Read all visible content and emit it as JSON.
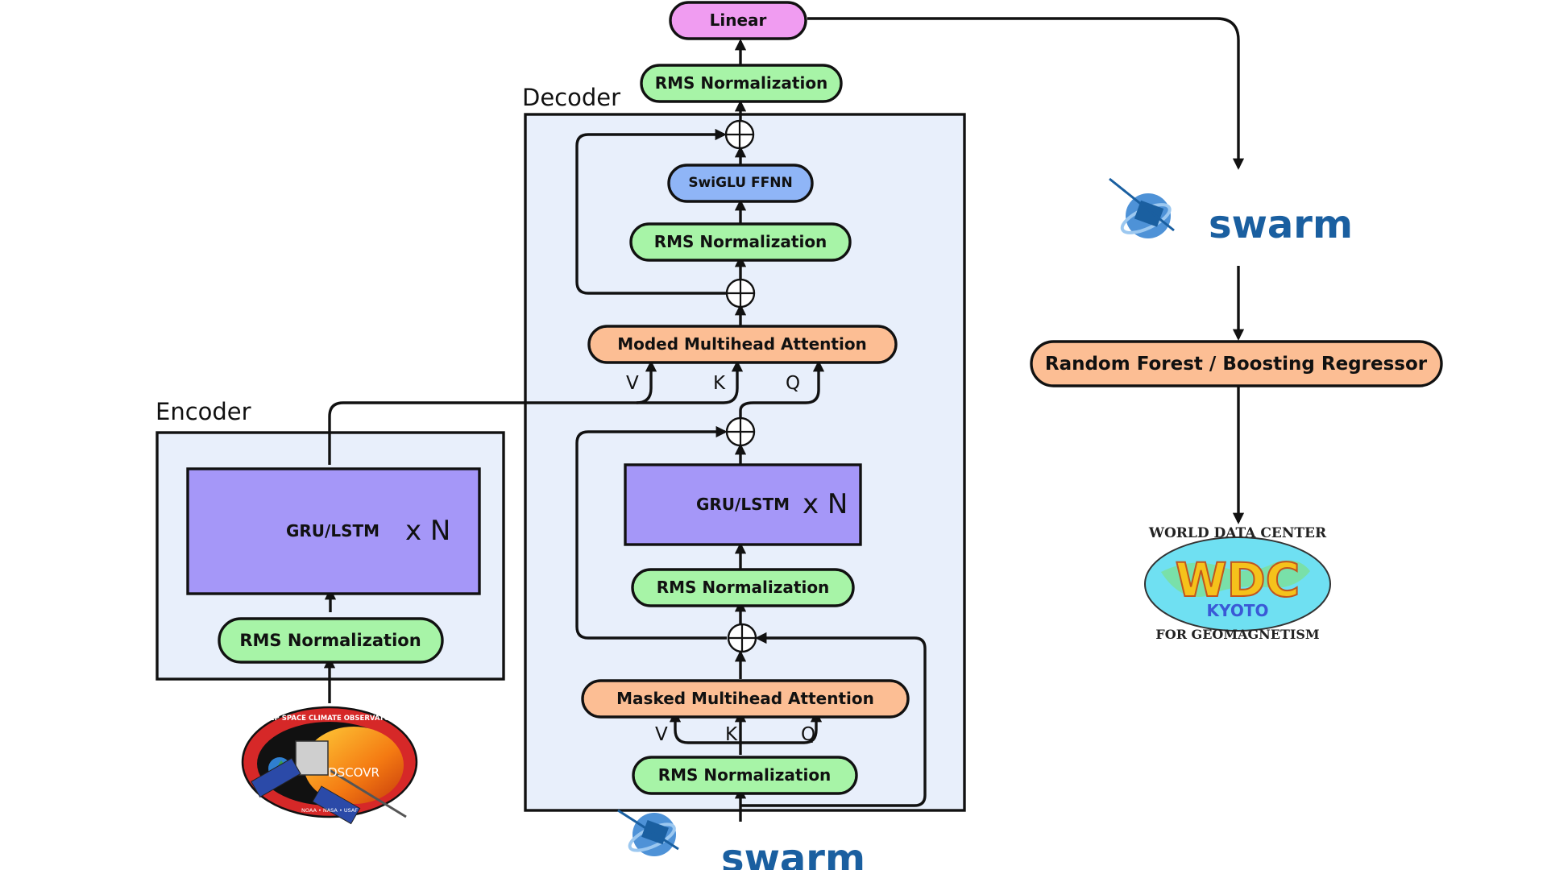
{
  "diagram": {
    "colors": {
      "panel_fill": "#e8effb",
      "green": "#a7f4a7",
      "orange": "#fcbe94",
      "purple": "#a597f8",
      "blue": "#8fb5f7",
      "pink": "#f09cf1",
      "swarm_blue": "#1a5fa0",
      "dscovr_red": "#d62828"
    },
    "panels": {
      "encoder_title": "Encoder",
      "decoder_title": "Decoder"
    },
    "encoder": {
      "rms_norm": "RMS Normalization",
      "recurrent": "GRU/LSTM",
      "repeat": "x N"
    },
    "decoder": {
      "rms_norm_bottom": "RMS Normalization",
      "masked_attention": "Masked Multihead Attention",
      "masked_v": "V",
      "masked_k": "K",
      "masked_q": "Q",
      "rms_norm_mid": "RMS Normalization",
      "recurrent": "GRU/LSTM",
      "repeat": "x N",
      "moded_attention": "Moded Multihead Attention",
      "moded_v": "V",
      "moded_k": "K",
      "moded_q": "Q",
      "rms_norm_upper": "RMS Normalization",
      "swiglu": "SwiGLU FFNN"
    },
    "head": {
      "rms_norm": "RMS Normalization",
      "linear": "Linear"
    },
    "right_pipeline": {
      "regressor": "Random Forest / Boosting Regressor"
    },
    "logos": {
      "swarm_bottom": "swarm",
      "swarm_right": "swarm",
      "dscovr_ring": "DEEP SPACE CLIMATE OBSERVATORY",
      "dscovr_name": "DSCOVR",
      "dscovr_agencies": "NOAA • NASA • USAF",
      "wdc_top": "WORLD DATA CENTER",
      "wdc_main": "WDC",
      "wdc_city": "KYOTO",
      "wdc_bottom": "FOR GEOMAGNETISM"
    }
  }
}
